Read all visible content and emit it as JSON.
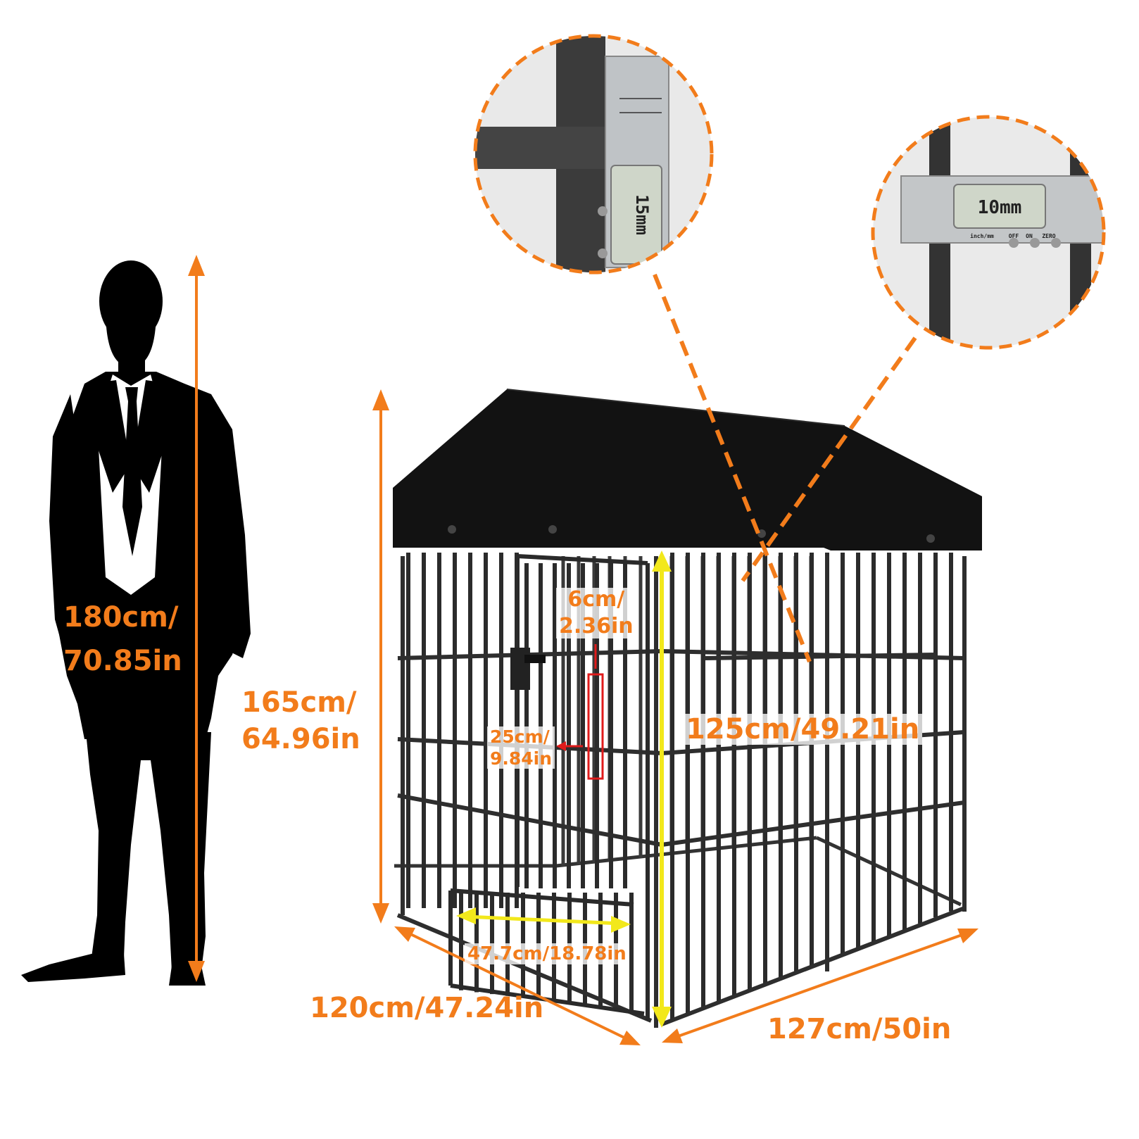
{
  "colors": {
    "accent": "#f27c1b",
    "highlight": "#f2e81b",
    "red_marker": "#e01b1b",
    "silhouette": "#000000",
    "roof": "#121212",
    "frame": "#2a2a2a"
  },
  "icons": {
    "person": "person-silhouette-icon",
    "kennel": "kennel-icon",
    "caliper": "caliper-icon"
  },
  "person": {
    "height_line1": "180cm/",
    "height_line2": "70.85in"
  },
  "kennel": {
    "height_line1": "165cm/",
    "height_line2": "64.96in",
    "door_height": "125cm/49.21in",
    "depth": "120cm/47.24in",
    "width": "127cm/50in",
    "door_width": "47.7cm/18.78in",
    "bar_gap_line1": "6cm/",
    "bar_gap_line2": "2.36in",
    "section_line1": "25cm/",
    "section_line2": "9.84in"
  },
  "details": {
    "caliper_left": "15mm",
    "caliper_right": "10mm",
    "caliper_units": "inch/mm",
    "caliper_off": "OFF",
    "caliper_on": "ON",
    "caliper_zero": "ZERO"
  }
}
